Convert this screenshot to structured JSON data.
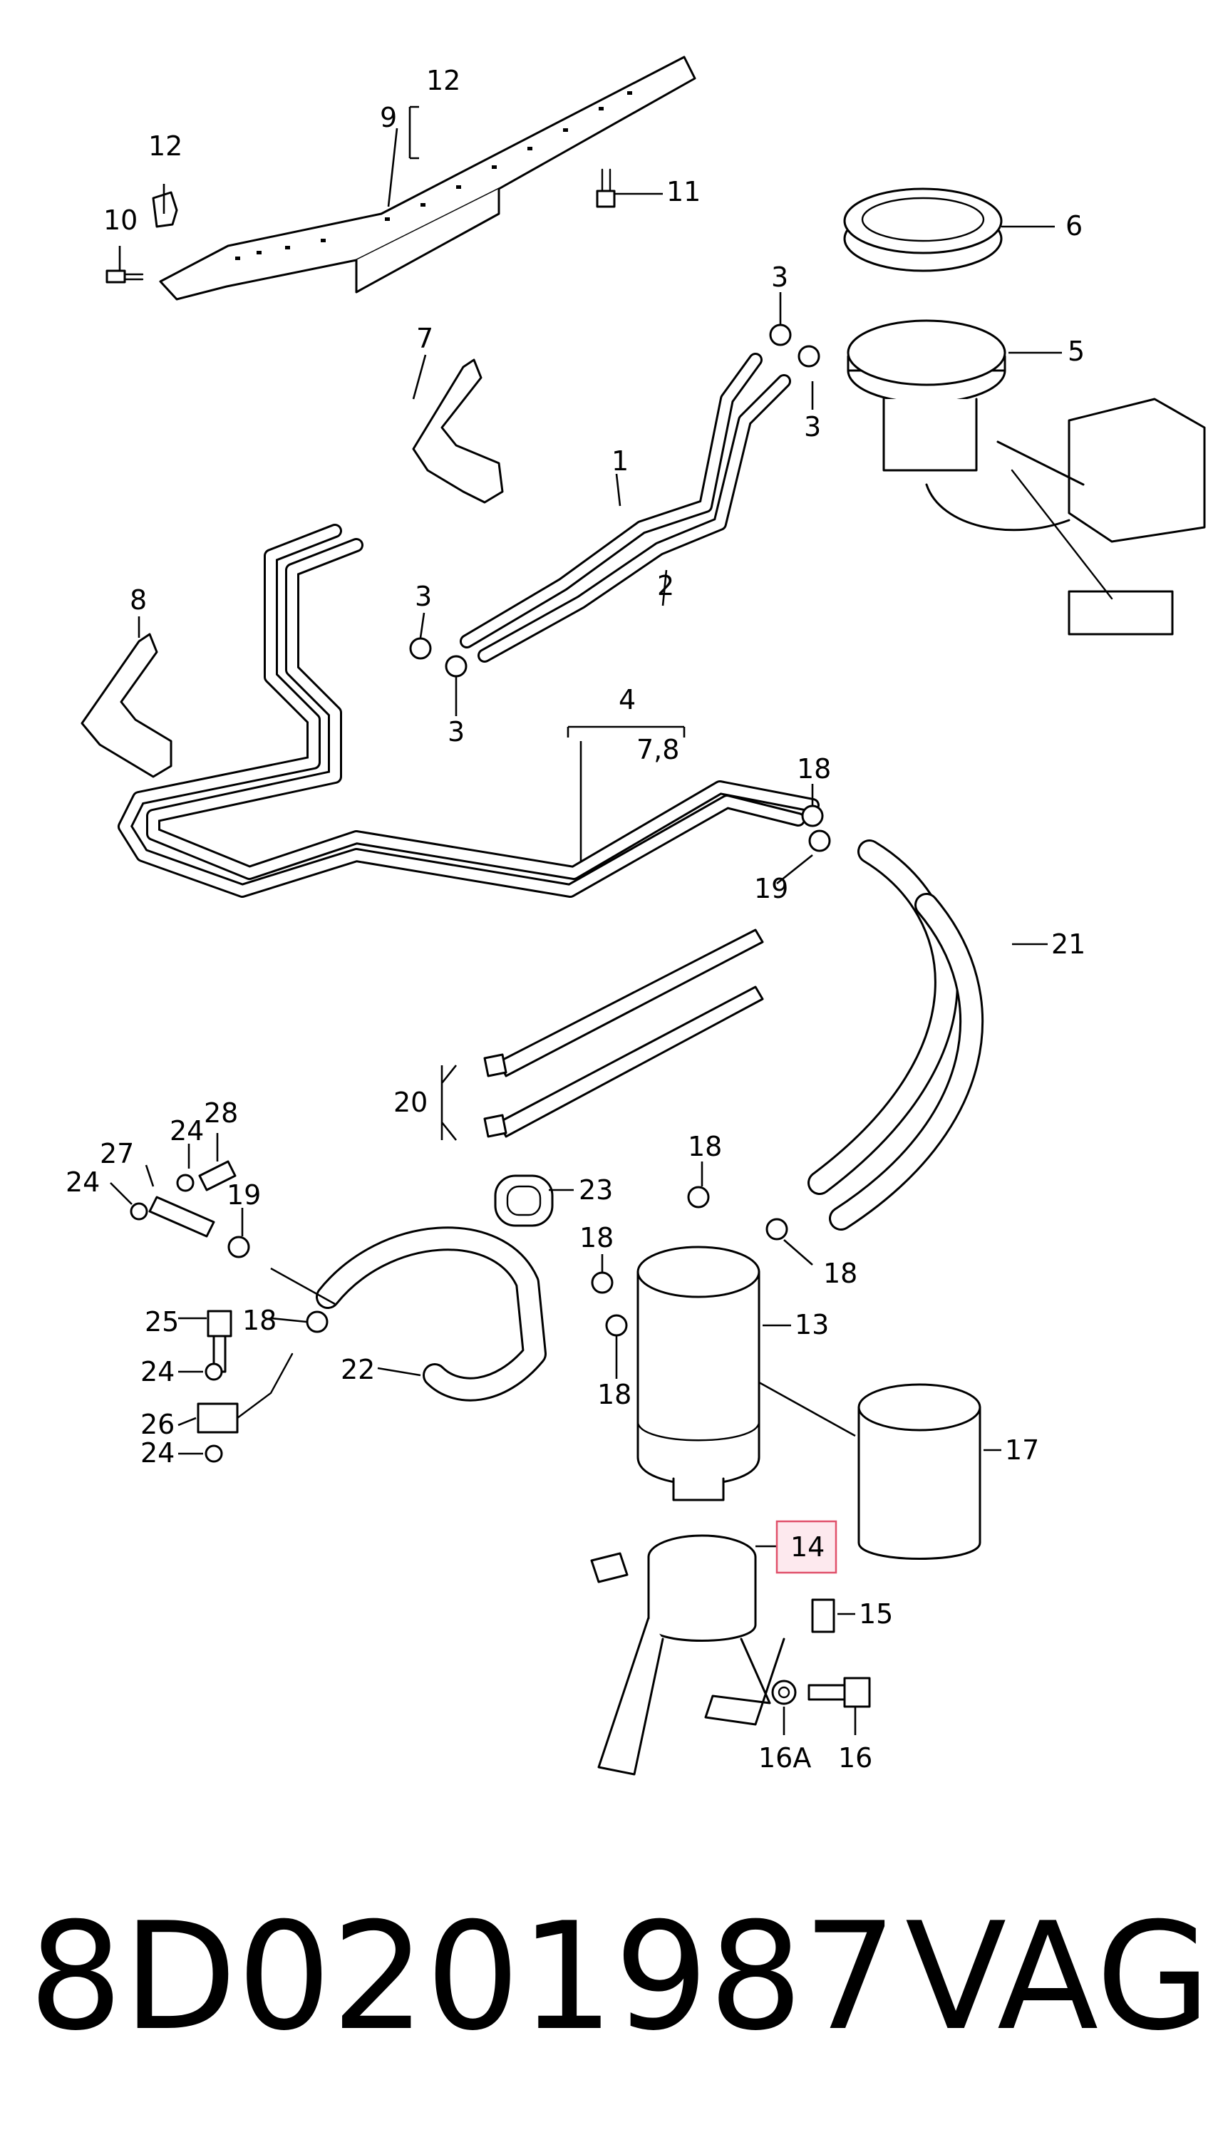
{
  "callouts": {
    "c1": "1",
    "c2": "2",
    "c3a": "3",
    "c3b": "3",
    "c3c": "3",
    "c3d": "3",
    "c4": "4",
    "c5": "5",
    "c6": "6",
    "c7": "7",
    "c78": "7,8",
    "c8": "8",
    "c9": "9",
    "c10": "10",
    "c11": "11",
    "c12a": "12",
    "c12b": "12",
    "c13": "13",
    "c14": "14",
    "c15": "15",
    "c16": "16",
    "c16a": "16A",
    "c17": "17",
    "c18a": "18",
    "c18b": "18",
    "c18c": "18",
    "c18d": "18",
    "c18e": "18",
    "c18f": "18",
    "c19a": "19",
    "c19b": "19",
    "c20": "20",
    "c21": "21",
    "c22": "22",
    "c23": "23",
    "c24a": "24",
    "c24b": "24",
    "c24c": "24",
    "c24d": "24",
    "c25": "25",
    "c26": "26",
    "c27": "27",
    "c28": "28"
  },
  "highlighted_callout": "14",
  "footer": {
    "part_number": "8D0201987",
    "brand": "VAG"
  },
  "colors": {
    "line": "#000000",
    "background": "#ffffff",
    "highlight_fill": "#fde9ee",
    "highlight_border": "#e0506a"
  }
}
